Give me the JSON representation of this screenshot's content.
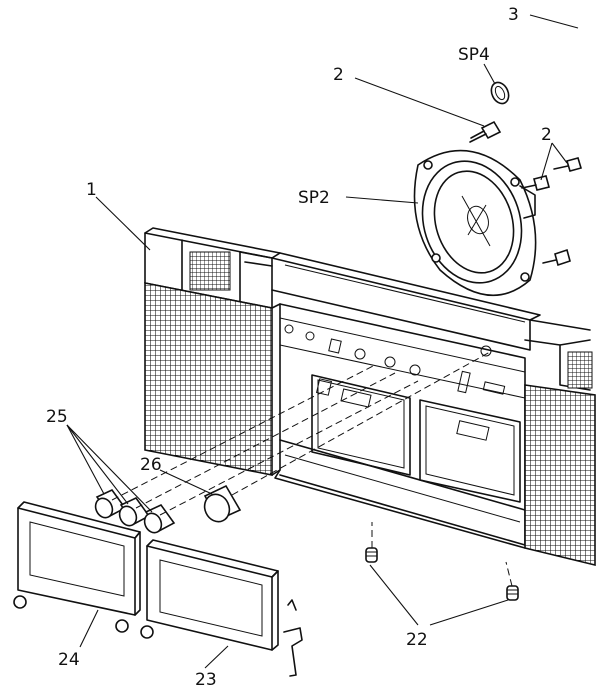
{
  "callouts": {
    "c3": "3",
    "sp4": "SP4",
    "c2_top": "2",
    "c2_right": "2",
    "sp2": "SP2",
    "c1": "1",
    "c25": "25",
    "c26": "26",
    "c22": "22",
    "c24": "24",
    "c23": "23"
  },
  "colors": {
    "ink": "#111111",
    "paper": "#ffffff"
  }
}
